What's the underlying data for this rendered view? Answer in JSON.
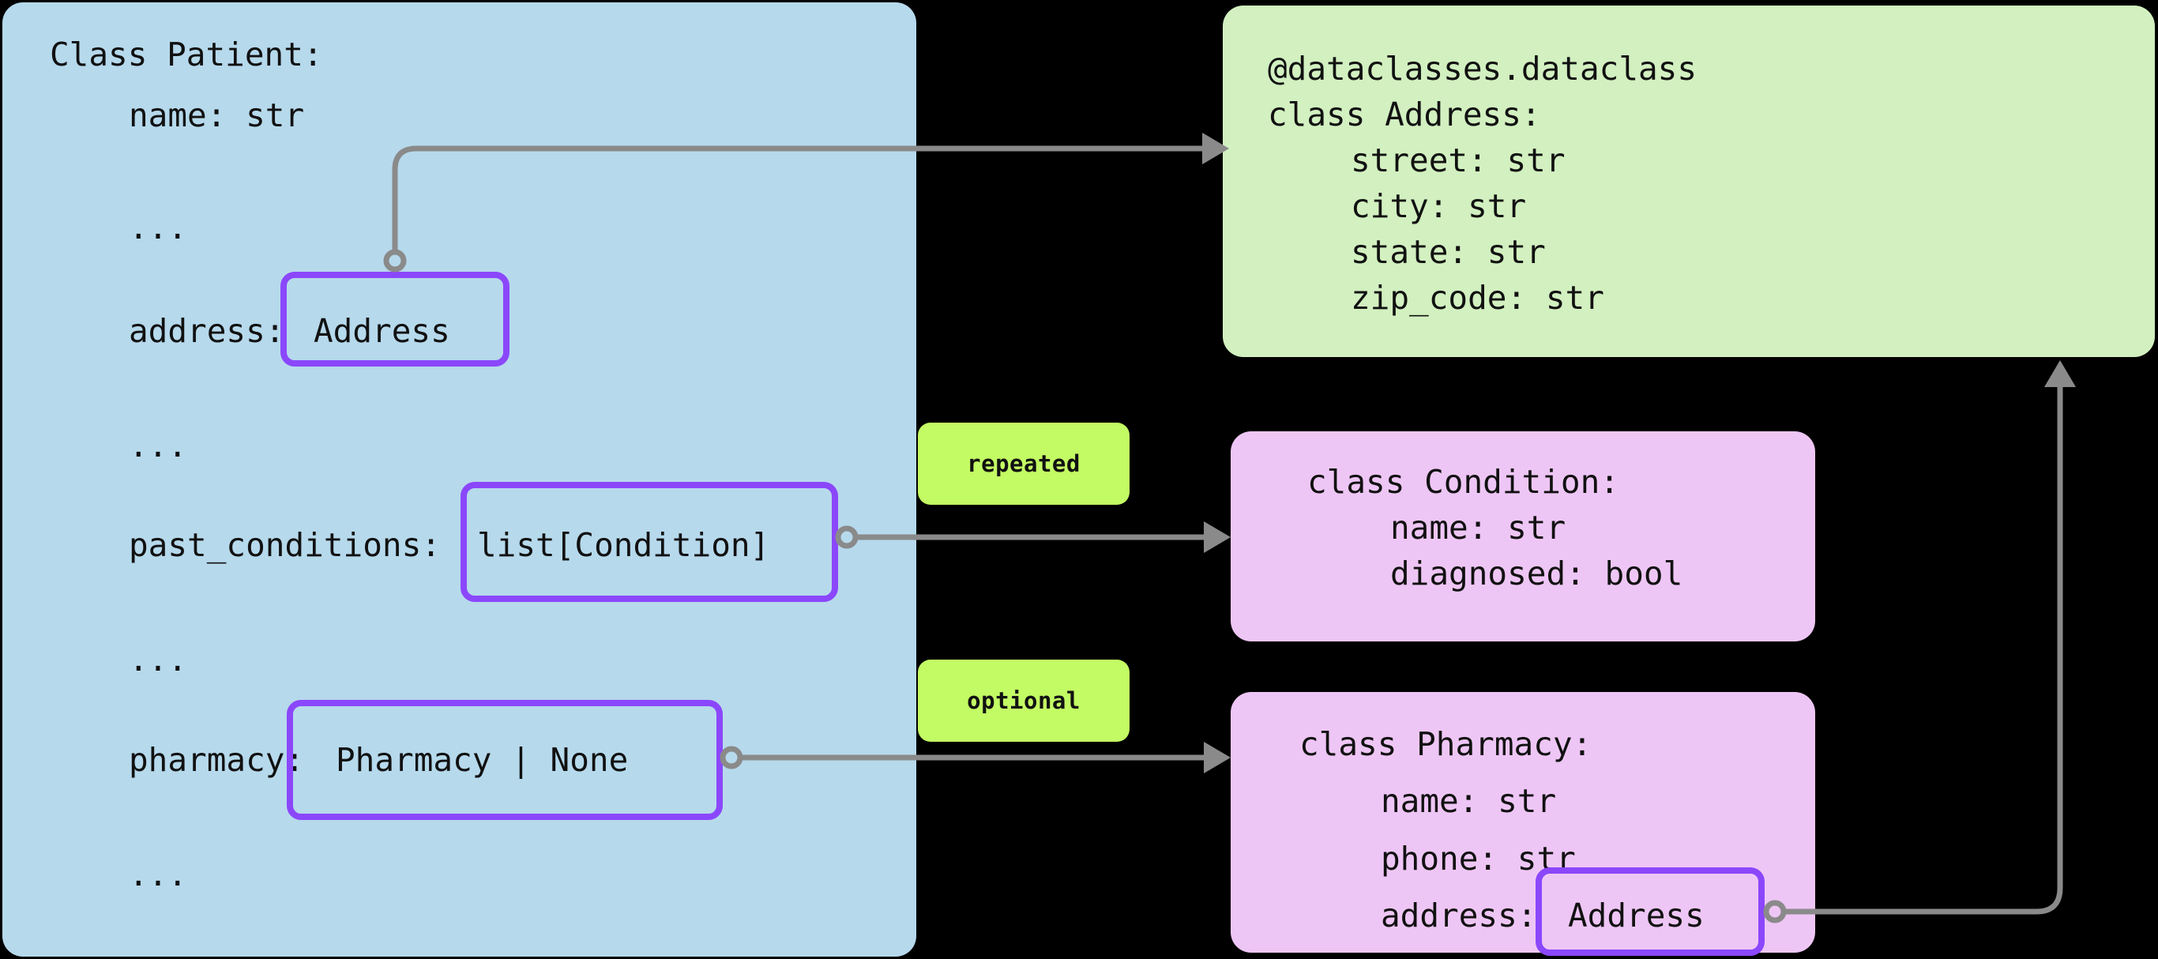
{
  "colors": {
    "background": "#000000",
    "panel_blue": "#b6d9ec",
    "panel_green": "#d2f0c0",
    "panel_purple": "#eec6f5",
    "highlight_border": "#8b47fb",
    "badge_bg": "#c3fb64",
    "connector": "#8a8a8a",
    "text": "#111111"
  },
  "patient_panel": {
    "title": "Class Patient:",
    "lines": [
      "name: str",
      "...",
      "address:",
      "...",
      "past_conditions:",
      "...",
      "pharmacy:",
      "..."
    ],
    "ellipsis": "...",
    "fields": {
      "name": "name: str",
      "address_label": "address:",
      "address_type": "Address",
      "past_conditions_label": "past_conditions:",
      "past_conditions_type": "list[Condition]",
      "pharmacy_label": "pharmacy:",
      "pharmacy_type": "Pharmacy | None"
    }
  },
  "address_class": {
    "decorator": "@dataclasses.dataclass",
    "header": "class Address:",
    "fields": [
      "street: str",
      "city: str",
      "state: str",
      "zip_code: str"
    ]
  },
  "condition_class": {
    "header": "class Condition:",
    "fields": [
      "name: str",
      "diagnosed: bool"
    ]
  },
  "pharmacy_class": {
    "header": "class Pharmacy:",
    "fields": [
      "name: str",
      "phone: str"
    ],
    "address_label": "address:",
    "address_type": "Address"
  },
  "badges": {
    "repeated": "repeated",
    "optional": "optional"
  }
}
